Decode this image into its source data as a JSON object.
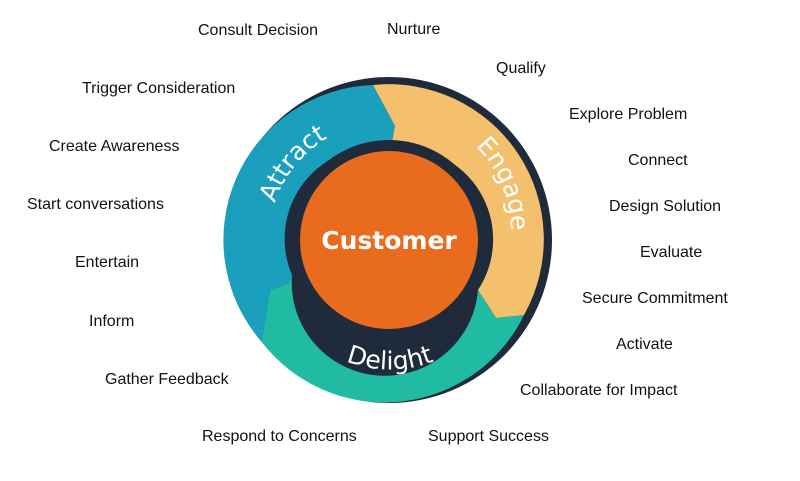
{
  "center": {
    "label": "Customer"
  },
  "segments": [
    {
      "id": "attract",
      "label": "Attract",
      "color": "#1aa0bd"
    },
    {
      "id": "engage",
      "label": "Engage",
      "color": "#f5c06e"
    },
    {
      "id": "delight",
      "label": "Delight",
      "color": "#21bba4"
    }
  ],
  "colors": {
    "ring": "#1f2b3a",
    "center": "#e96b1e",
    "text": "#111111"
  },
  "labels": [
    "Consult Decision",
    "Nurture",
    "Qualify",
    "Trigger Consideration",
    "Explore Problem",
    "Create Awareness",
    "Connect",
    "Start conversations",
    "Design Solution",
    "Entertain",
    "Evaluate",
    "Secure Commitment",
    "Inform",
    "Activate",
    "Gather Feedback",
    "Collaborate for Impact",
    "Respond to Concerns",
    "Support Success"
  ]
}
